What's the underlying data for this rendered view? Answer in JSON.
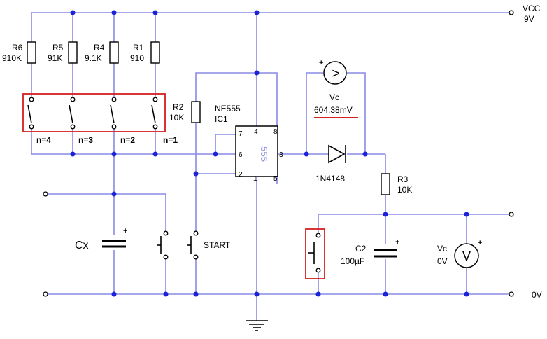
{
  "supply": {
    "label": "VCC",
    "value": "9V",
    "ground": "0V"
  },
  "resistors": [
    {
      "ref": "R6",
      "value": "910K"
    },
    {
      "ref": "R5",
      "value": "91K"
    },
    {
      "ref": "R4",
      "value": "9.1K"
    },
    {
      "ref": "R1",
      "value": "910"
    },
    {
      "ref": "R2",
      "value": "10K"
    },
    {
      "ref": "R3",
      "value": "10K"
    }
  ],
  "range_switches": [
    "n=4",
    "n=3",
    "n=2",
    "n=1"
  ],
  "ic": {
    "name": "NE555",
    "ref": "IC1",
    "body_text": "555",
    "pins": [
      "7",
      "4",
      "8",
      "6",
      "3",
      "2",
      "1",
      "5"
    ]
  },
  "diode": {
    "part": "1N4148"
  },
  "capacitors": {
    "cx": {
      "label": "Cx",
      "polarity": "+"
    },
    "c2": {
      "ref": "C2",
      "value": "100µF",
      "polarity": "+"
    }
  },
  "start_button": {
    "label": "START"
  },
  "voltmeter_top": {
    "label": "Vc",
    "reading": "604,38mV",
    "symbol": ">",
    "polarity": "+"
  },
  "voltmeter_bottom": {
    "label": "Vc",
    "reading": "0V",
    "symbol": "V",
    "polarity": "+"
  },
  "colors": {
    "wire": "#8a8ae6",
    "junction": "#1c22d8",
    "highlight": "#d42020"
  }
}
